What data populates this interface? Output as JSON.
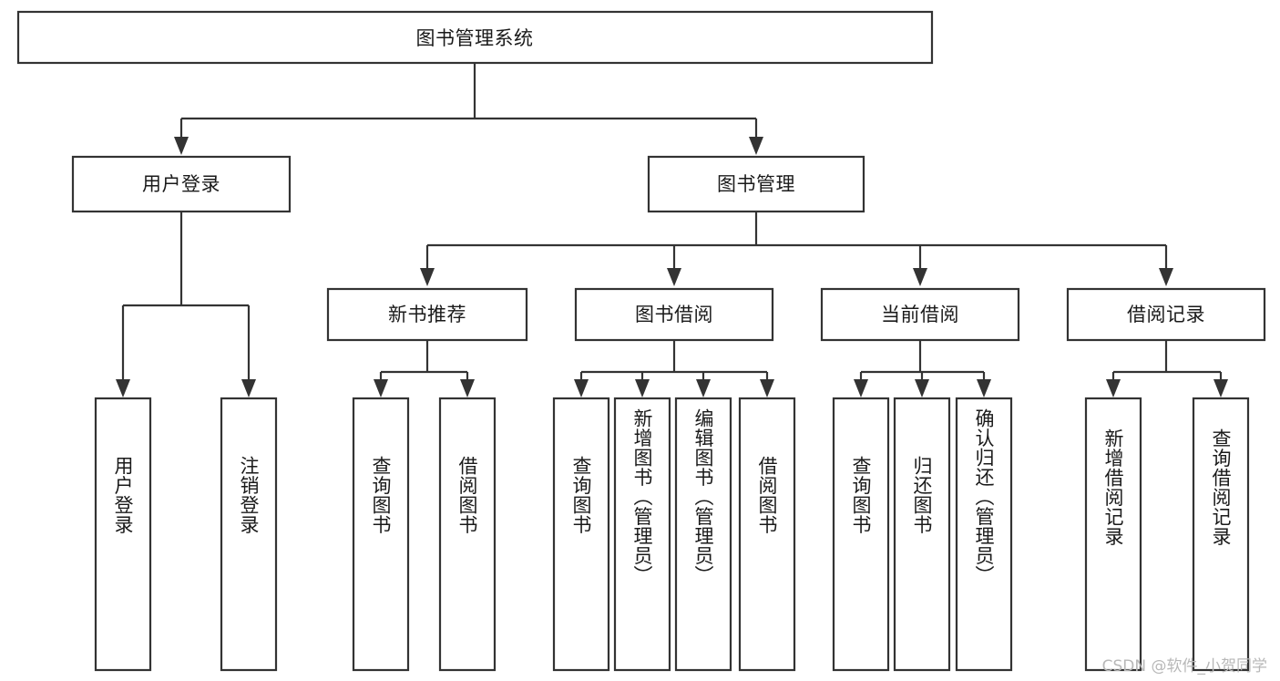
{
  "diagram": {
    "title": "图书管理系统",
    "type": "tree-hierarchy",
    "watermark": "CSDN @软件_小贺同学",
    "colors": {
      "background": "#ffffff",
      "stroke": "#333333",
      "box_fill": "#ffffff",
      "text": "#1a1a1a",
      "watermark": "#b8b8b8"
    }
  },
  "root": {
    "label": "图书管理系统"
  },
  "level2": [
    {
      "id": "user-login",
      "label": "用户登录"
    },
    {
      "id": "book-manage",
      "label": "图书管理"
    }
  ],
  "level3": [
    {
      "id": "new-book-recommend",
      "label": "新书推荐"
    },
    {
      "id": "book-borrow",
      "label": "图书借阅"
    },
    {
      "id": "current-borrow",
      "label": "当前借阅"
    },
    {
      "id": "borrow-record",
      "label": "借阅记录"
    }
  ],
  "leaves": {
    "user-login": [
      {
        "id": "leaf-user-login",
        "label": "用户登录"
      },
      {
        "id": "leaf-logout-login",
        "label": "注销登录"
      }
    ],
    "new-book-recommend": [
      {
        "id": "leaf-query-book-1",
        "label": "查询图书"
      },
      {
        "id": "leaf-borrow-book-1",
        "label": "借阅图书"
      }
    ],
    "book-borrow": [
      {
        "id": "leaf-query-book-2",
        "label": "查询图书"
      },
      {
        "id": "leaf-add-book",
        "label": "新增图书（管理员）"
      },
      {
        "id": "leaf-edit-book",
        "label": "编辑图书（管理员）"
      },
      {
        "id": "leaf-borrow-book-2",
        "label": "借阅图书"
      }
    ],
    "current-borrow": [
      {
        "id": "leaf-query-book-3",
        "label": "查询图书"
      },
      {
        "id": "leaf-return-book",
        "label": "归还图书"
      },
      {
        "id": "leaf-confirm-return",
        "label": "确认归还（管理员）"
      }
    ],
    "borrow-record": [
      {
        "id": "leaf-add-record",
        "label": "新增借阅记录"
      },
      {
        "id": "leaf-query-record",
        "label": "查询借阅记录"
      }
    ]
  }
}
